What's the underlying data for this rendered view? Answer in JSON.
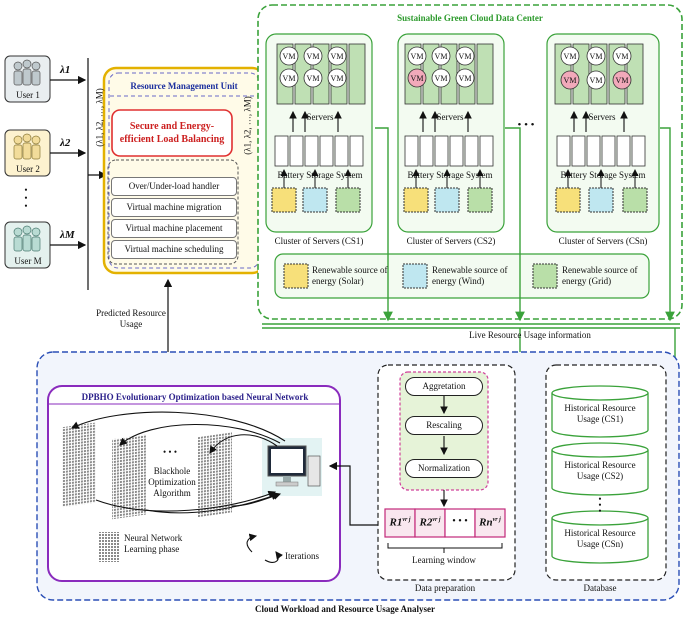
{
  "users": [
    {
      "label": "User 1",
      "lambda": "λ1",
      "fill": "#e9eef0"
    },
    {
      "label": "User 2",
      "lambda": "λ2",
      "fill": "#fdf2cf"
    },
    {
      "label": "User M",
      "lambda": "λM",
      "fill": "#e4f1ee"
    }
  ],
  "user_dots": "•\n•\n•",
  "lambda_vector": "(λ1, λ2, …, λM)",
  "rmu": {
    "title": "Resource Management Unit",
    "lb_title": "Secure and Energy-efficient Load Balancing",
    "steps": [
      "Over/Under-load handler",
      "Virtual machine migration",
      "Virtual machine placement",
      "Virtual machine scheduling"
    ]
  },
  "datacenter": {
    "title": "Sustainable Green Cloud Data Center",
    "vm_label": "VM",
    "servers_label": "Servers",
    "battery_label": "Battery Storage System",
    "clusters": [
      "Cluster of Servers (CS1)",
      "Cluster of Servers (CS2)",
      "Cluster of Servers (CSn)"
    ],
    "cluster_dots": "• • •",
    "renewables": [
      "Renewable source of energy (Solar)",
      "Renewable source of energy (Wind)",
      "Renewable source of energy (Grid)"
    ]
  },
  "live_usage": "Live Resource Usage information",
  "predicted_usage": "Predicted Resource Usage",
  "analyser_title": "Cloud  Workload and Resource Usage Analyser",
  "nn": {
    "title": "DPBHO Evolutionary Optimization based Neural Network",
    "algorithm": "Blackhole Optimization Algorithm",
    "learning_phase": "Neural Network Learning phase",
    "iterations": "Iterations",
    "dots": "• • •"
  },
  "data_prep": {
    "steps": [
      "Aggretation",
      "Rescaling",
      "Normalization"
    ],
    "window": [
      "R1",
      "R2",
      "• • •",
      "Rn"
    ],
    "window_sup": "vr j",
    "learning_window": "Learning window",
    "label": "Data preparation"
  },
  "database": {
    "items": [
      "Historical Resource Usage (CS1)",
      "Historical Resource Usage (CS2)",
      "Historical Resource Usage (CSn)"
    ],
    "dots": "•\n•\n•",
    "label": "Database"
  },
  "colors": {
    "green": "#3aa23a",
    "blue": "#2b4fb6",
    "red": "#e03030",
    "purple": "#8a2bbd",
    "pink": "#f2a9ba",
    "gold": "#e7b400"
  }
}
